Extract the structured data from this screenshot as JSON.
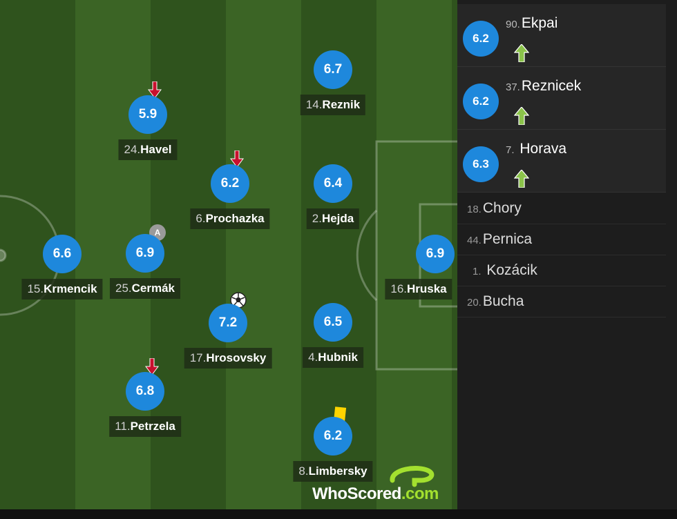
{
  "pitch": {
    "players": [
      {
        "id": "krmencik",
        "number": "15.",
        "name": "Krmencik",
        "rating": "6.6"
      },
      {
        "id": "havel",
        "number": "24.",
        "name": "Havel",
        "rating": "5.9",
        "subbed_off": true
      },
      {
        "id": "cermak",
        "number": "25.",
        "name": "Cermák",
        "rating": "6.9",
        "captain": true
      },
      {
        "id": "petrzela",
        "number": "11.",
        "name": "Petrzela",
        "rating": "6.8",
        "subbed_off": true
      },
      {
        "id": "prochazka",
        "number": "6.",
        "name": "Prochazka",
        "rating": "6.2",
        "subbed_off": true
      },
      {
        "id": "hrosovsky",
        "number": "17.",
        "name": "Hrosovsky",
        "rating": "7.2",
        "goal": true
      },
      {
        "id": "reznik",
        "number": "14.",
        "name": "Reznik",
        "rating": "6.7"
      },
      {
        "id": "hejda",
        "number": "2.",
        "name": "Hejda",
        "rating": "6.4"
      },
      {
        "id": "hubnik",
        "number": "4.",
        "name": "Hubnik",
        "rating": "6.5"
      },
      {
        "id": "limbersky",
        "number": "8.",
        "name": "Limbersky",
        "rating": "6.2",
        "yellow_card": true
      },
      {
        "id": "hruska",
        "number": "16.",
        "name": "Hruska",
        "rating": "6.9"
      }
    ],
    "captain_badge": "A",
    "logo_text_a": "WhoScored",
    "logo_text_b": ".com"
  },
  "substitutes": [
    {
      "number": "90.",
      "name": "Ekpai",
      "rating": "6.2",
      "icon": "sub-on-arrow-icon"
    },
    {
      "number": "37.",
      "name": "Reznicek",
      "rating": "6.2",
      "icon": "sub-on-arrow-icon"
    },
    {
      "number": "7.",
      "name": "Horava",
      "rating": "6.3",
      "icon": "sub-on-arrow-icon"
    }
  ],
  "bench": [
    {
      "number": "18.",
      "name": "Chory"
    },
    {
      "number": "44.",
      "name": "Pernica"
    },
    {
      "number": "1.",
      "name": "Kozácik"
    },
    {
      "number": "20.",
      "name": "Bucha"
    }
  ],
  "colors": {
    "rating_bubble": "#1e88dc",
    "pitch_dark": "#2f531d",
    "pitch_light": "#3b6425",
    "yellow_card": "#ffd500",
    "sub_off": "#c8102e",
    "sub_on": "#8bc34a"
  }
}
